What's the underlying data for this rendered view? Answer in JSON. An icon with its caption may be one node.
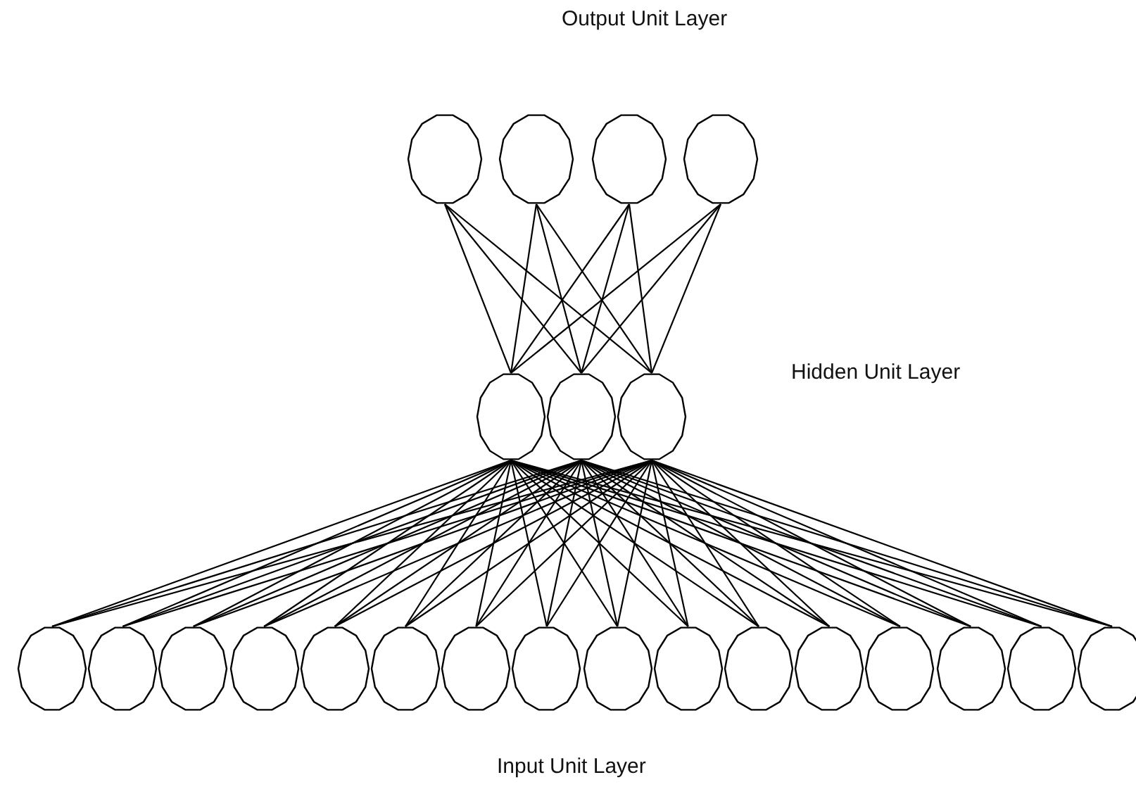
{
  "diagram": {
    "nodes": [
      {
        "text": [],
        "shape": "circle"
      },
      {
        "text": [],
        "shape": "circle"
      },
      {
        "text": [],
        "shape": "circle"
      },
      {
        "text": [],
        "shape": "circle"
      },
      {
        "text": [],
        "shape": "circle"
      },
      {
        "text": [],
        "shape": "circle"
      },
      {
        "text": [],
        "shape": "circle"
      },
      {
        "text": [],
        "shape": "circle"
      },
      {
        "text": [],
        "shape": "circle"
      },
      {
        "text": [],
        "shape": "circle"
      },
      {
        "text": [],
        "shape": "circle"
      },
      {
        "text": [],
        "shape": "circle"
      },
      {
        "text": [],
        "shape": "circle"
      },
      {
        "text": [],
        "shape": "circle"
      },
      {
        "text": [],
        "shape": "circle"
      },
      {
        "text": [],
        "shape": "circle"
      },
      {
        "text": [],
        "shape": "circle"
      },
      {
        "text": [],
        "shape": "circle"
      },
      {
        "text": [],
        "shape": "circle"
      },
      {
        "text": [],
        "shape": "circle"
      },
      {
        "text": [],
        "shape": "circle"
      },
      {
        "text": [],
        "shape": "circle"
      },
      {
        "text": [],
        "shape": "circle"
      }
    ],
    "edges": [
      {
        "from": 0,
        "to": 4,
        "arrow": "none"
      },
      {
        "from": 0,
        "to": 5,
        "arrow": "none"
      },
      {
        "from": 0,
        "to": 6,
        "arrow": "none"
      },
      {
        "from": 1,
        "to": 4,
        "arrow": "none"
      },
      {
        "from": 1,
        "to": 5,
        "arrow": "none"
      },
      {
        "from": 1,
        "to": 6,
        "arrow": "none"
      },
      {
        "from": 2,
        "to": 4,
        "arrow": "none"
      },
      {
        "from": 2,
        "to": 5,
        "arrow": "none"
      },
      {
        "from": 2,
        "to": 6,
        "arrow": "none"
      },
      {
        "from": 3,
        "to": 4,
        "arrow": "none"
      },
      {
        "from": 3,
        "to": 5,
        "arrow": "none"
      },
      {
        "from": 3,
        "to": 6,
        "arrow": "none"
      },
      {
        "from": 4,
        "to": 7,
        "arrow": "none"
      },
      {
        "from": 4,
        "to": 8,
        "arrow": "none"
      },
      {
        "from": 4,
        "to": 9,
        "arrow": "none"
      },
      {
        "from": 4,
        "to": 10,
        "arrow": "none"
      },
      {
        "from": 4,
        "to": 11,
        "arrow": "none"
      },
      {
        "from": 4,
        "to": 12,
        "arrow": "none"
      },
      {
        "from": 4,
        "to": 13,
        "arrow": "none"
      },
      {
        "from": 4,
        "to": 14,
        "arrow": "none"
      },
      {
        "from": 4,
        "to": 15,
        "arrow": "none"
      },
      {
        "from": 4,
        "to": 16,
        "arrow": "none"
      },
      {
        "from": 4,
        "to": 17,
        "arrow": "none"
      },
      {
        "from": 4,
        "to": 18,
        "arrow": "none"
      },
      {
        "from": 4,
        "to": 19,
        "arrow": "none"
      },
      {
        "from": 4,
        "to": 20,
        "arrow": "none"
      },
      {
        "from": 4,
        "to": 21,
        "arrow": "none"
      },
      {
        "from": 4,
        "to": 22,
        "arrow": "none"
      },
      {
        "from": 5,
        "to": 7,
        "arrow": "none"
      },
      {
        "from": 5,
        "to": 8,
        "arrow": "none"
      },
      {
        "from": 5,
        "to": 9,
        "arrow": "none"
      },
      {
        "from": 5,
        "to": 10,
        "arrow": "none"
      },
      {
        "from": 5,
        "to": 11,
        "arrow": "none"
      },
      {
        "from": 5,
        "to": 12,
        "arrow": "none"
      },
      {
        "from": 5,
        "to": 13,
        "arrow": "none"
      },
      {
        "from": 5,
        "to": 14,
        "arrow": "none"
      },
      {
        "from": 5,
        "to": 15,
        "arrow": "none"
      },
      {
        "from": 5,
        "to": 16,
        "arrow": "none"
      },
      {
        "from": 5,
        "to": 17,
        "arrow": "none"
      },
      {
        "from": 5,
        "to": 18,
        "arrow": "none"
      },
      {
        "from": 5,
        "to": 19,
        "arrow": "none"
      },
      {
        "from": 5,
        "to": 20,
        "arrow": "none"
      },
      {
        "from": 5,
        "to": 21,
        "arrow": "none"
      },
      {
        "from": 5,
        "to": 22,
        "arrow": "none"
      },
      {
        "from": 6,
        "to": 7,
        "arrow": "none"
      },
      {
        "from": 6,
        "to": 8,
        "arrow": "none"
      },
      {
        "from": 6,
        "to": 9,
        "arrow": "none"
      },
      {
        "from": 6,
        "to": 10,
        "arrow": "none"
      },
      {
        "from": 6,
        "to": 11,
        "arrow": "none"
      },
      {
        "from": 6,
        "to": 12,
        "arrow": "none"
      },
      {
        "from": 6,
        "to": 13,
        "arrow": "none"
      },
      {
        "from": 6,
        "to": 14,
        "arrow": "none"
      },
      {
        "from": 6,
        "to": 15,
        "arrow": "none"
      },
      {
        "from": 6,
        "to": 16,
        "arrow": "none"
      },
      {
        "from": 6,
        "to": 17,
        "arrow": "none"
      },
      {
        "from": 6,
        "to": 18,
        "arrow": "none"
      },
      {
        "from": 6,
        "to": 19,
        "arrow": "none"
      },
      {
        "from": 6,
        "to": 20,
        "arrow": "none"
      },
      {
        "from": 6,
        "to": 21,
        "arrow": "none"
      },
      {
        "from": 6,
        "to": 22,
        "arrow": "none"
      }
    ],
    "labels": [
      "Output Unit Layer",
      "Hidden Unit Layer",
      "Input Unit Layer"
    ]
  }
}
